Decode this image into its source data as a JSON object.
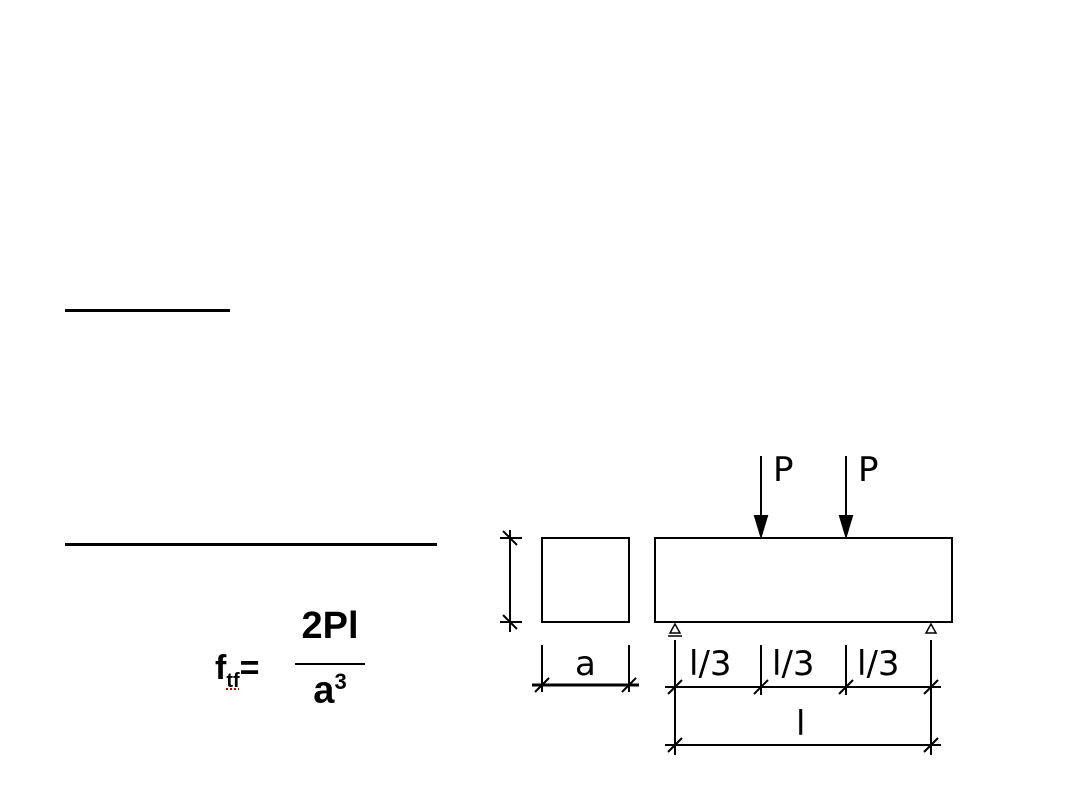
{
  "formula": {
    "lhs": "f",
    "lhs_subscript": "tf",
    "equals": "=",
    "numerator": "2Pl",
    "denominator_base": "a",
    "denominator_exponent": "3"
  },
  "diagram": {
    "load_label_1": "P",
    "load_label_2": "P",
    "width_label": "a",
    "third_label_1": "l/3",
    "third_label_2": "l/3",
    "third_label_3": "l/3",
    "span_label": "l"
  }
}
